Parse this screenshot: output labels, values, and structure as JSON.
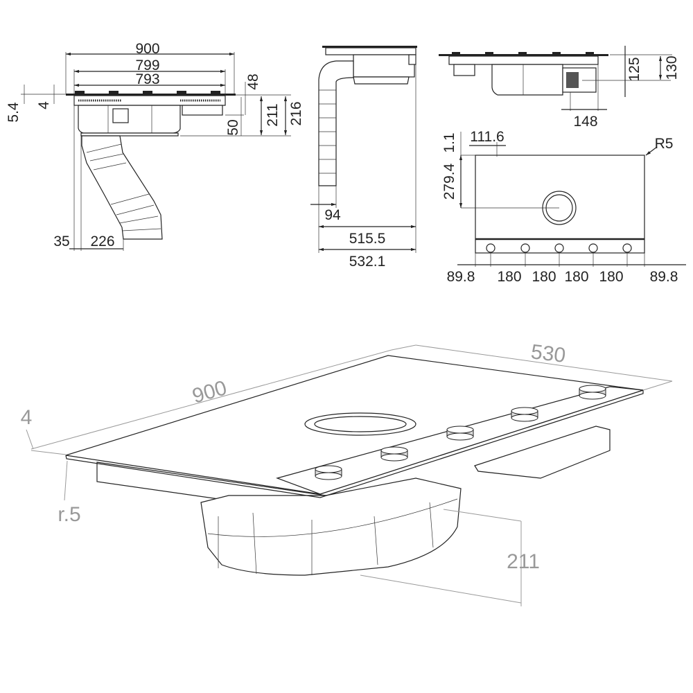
{
  "front_view": {
    "width_total": "900",
    "width_799": "799",
    "width_793": "793",
    "glass_5_4": "5.4",
    "glass_4": "4",
    "dim_48": "48",
    "dim_50": "50",
    "dim_211": "211",
    "dim_216": "216",
    "offset_35": "35",
    "duct_226": "226"
  },
  "side_view": {
    "duct_94": "94",
    "depth_515_5": "515.5",
    "depth_532_1": "532.1"
  },
  "rear_view": {
    "height_125": "125",
    "height_130": "130",
    "box_148": "148"
  },
  "plan_view": {
    "offset_1_1": "1.1",
    "offset_111_6": "111.6",
    "center_279_4": "279.4",
    "radius_r5": "R5",
    "knob_spacing": [
      "89.8",
      "180",
      "180",
      "180",
      "180",
      "89.8"
    ]
  },
  "iso_view": {
    "length_900": "900",
    "depth_530": "530",
    "thickness_4": "4",
    "radius_r5": "r.5",
    "height_211": "211"
  }
}
